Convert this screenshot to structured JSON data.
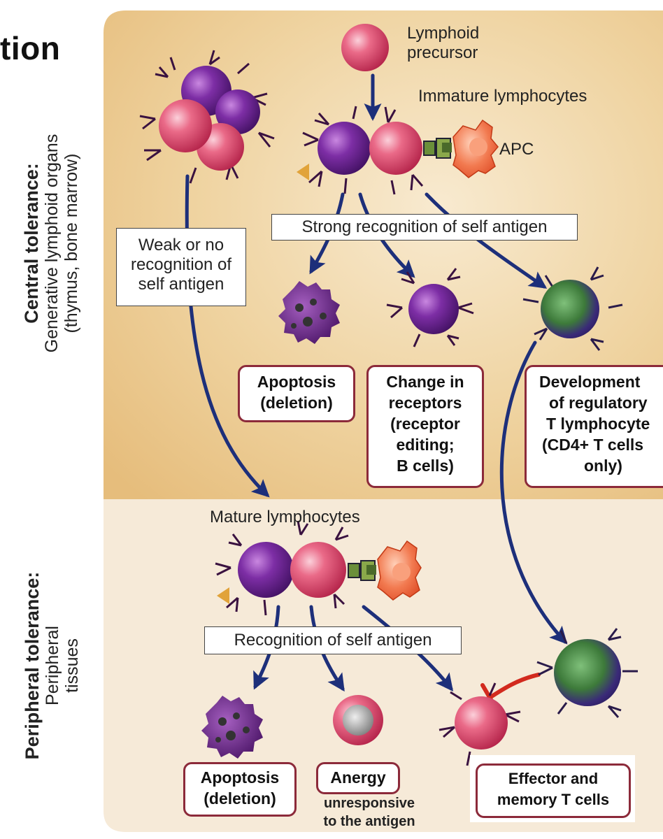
{
  "title_fragment": "tion",
  "sections": {
    "central": {
      "title": "Central tolerance:",
      "line1": "Generative lymphoid organs",
      "line2": "(thymus, bone marrow)"
    },
    "peripheral": {
      "title": "Peripheral tolerance:",
      "line1": "Peripheral",
      "line2": "tissues"
    }
  },
  "labels": {
    "lymphoid_precursor_1": "Lymphoid",
    "lymphoid_precursor_2": "precursor",
    "immature_lymphocytes": "Immature lymphocytes",
    "apc": "APC",
    "mature_lymphocytes": "Mature lymphocytes"
  },
  "boxes": {
    "strong_recognition": "Strong recognition of self antigen",
    "weak_recognition_1": "Weak or no",
    "weak_recognition_2": "recognition of",
    "weak_recognition_3": "self antigen",
    "recognition": "Recognition of self antigen"
  },
  "outcomes_central": {
    "apoptosis_1": "Apoptosis",
    "apoptosis_2": "(deletion)",
    "change_1": "Change in",
    "change_2": "receptors",
    "change_3": "(receptor",
    "change_4": "editing;",
    "change_5": "B cells)",
    "dev_1": "Development",
    "dev_2": "of regulatory",
    "dev_3": "T lymphocyte",
    "dev_4": "(CD4+ T cells",
    "dev_5": "only)"
  },
  "outcomes_peripheral": {
    "apoptosis_1": "Apoptosis",
    "apoptosis_2": "(deletion)",
    "anergy": "Anergy",
    "anergy_sub_1": "unresponsive",
    "anergy_sub_2": "to the antigen",
    "effector_1": "Effector and",
    "effector_2": "memory T cells"
  },
  "colors": {
    "central_bg": "#ecc88b",
    "peripheral_bg": "#f6ead8",
    "arrow": "#1d2f7a",
    "inhibit": "#d22a1e",
    "box_border": "#8c2a3a",
    "b_cell": "#7a2d9a",
    "t_cell": "#d8405f",
    "treg": "#3d7a3a",
    "apc": "#ef6a3c"
  }
}
